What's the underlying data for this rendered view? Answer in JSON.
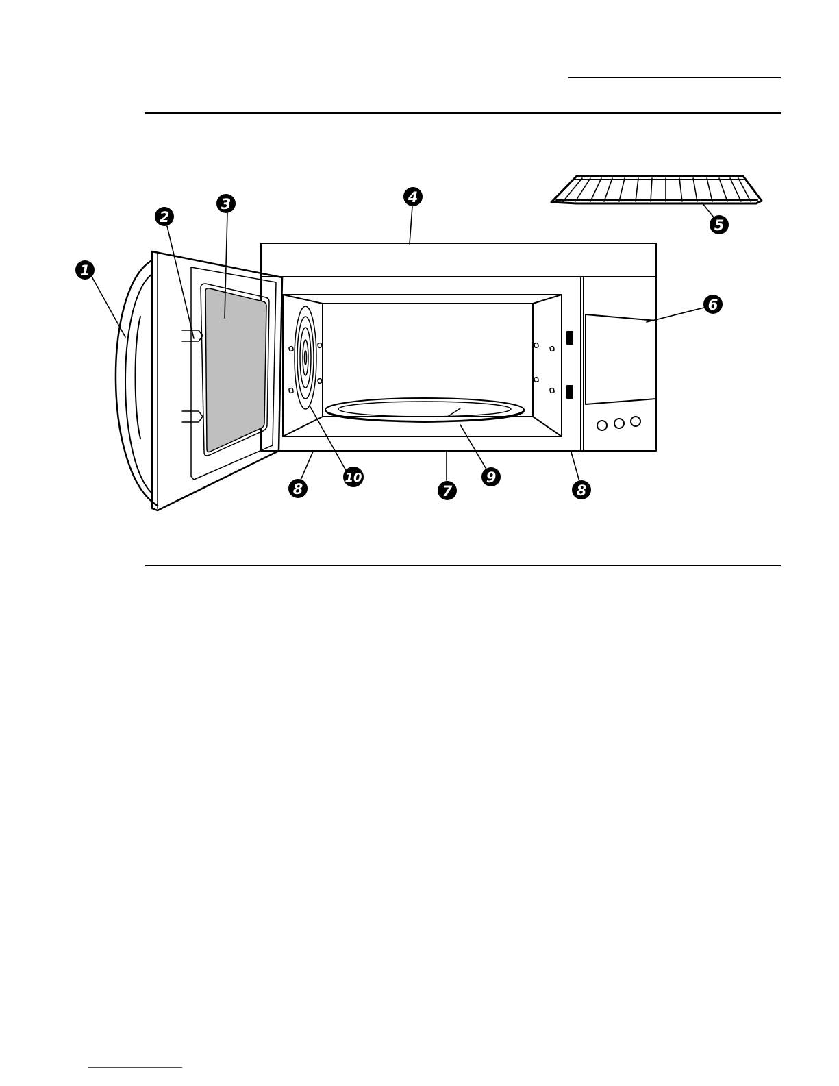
{
  "callouts": [
    "1",
    "2",
    "3",
    "4",
    "5",
    "6",
    "7",
    "8",
    "9",
    "10"
  ],
  "colors": {
    "ink": "#000000",
    "window": "#bfbfbf",
    "link": "#1a3dff"
  }
}
